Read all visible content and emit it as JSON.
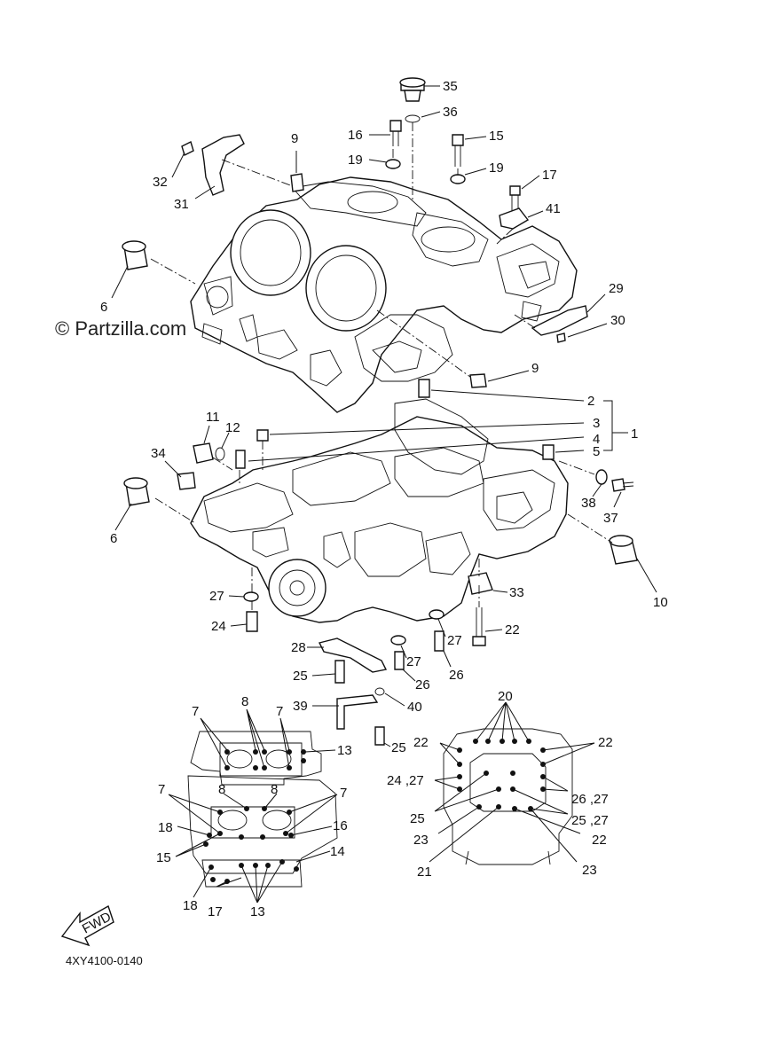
{
  "watermark": "© Partzilla.com",
  "diagram_code": "4XY4100-0140",
  "fwd_label": "FWD",
  "callouts": [
    "35",
    "36",
    "16",
    "15",
    "19",
    "19",
    "17",
    "41",
    "9",
    "32",
    "31",
    "6",
    "29",
    "30",
    "9",
    "2",
    "3",
    "4",
    "1",
    "5",
    "11",
    "12",
    "34",
    "6",
    "38",
    "37",
    "10",
    "33",
    "27",
    "24",
    "22",
    "27",
    "28",
    "27",
    "26",
    "26",
    "25",
    "39",
    "40",
    "25",
    "13",
    "7",
    "8",
    "7",
    "7",
    "8",
    "8",
    "7",
    "18",
    "16",
    "15",
    "14",
    "18",
    "17",
    "13",
    "20",
    "22",
    "22",
    "24 ,27",
    "26 ,27",
    "25",
    "25 ,27",
    "23",
    "22",
    "21",
    "23"
  ]
}
